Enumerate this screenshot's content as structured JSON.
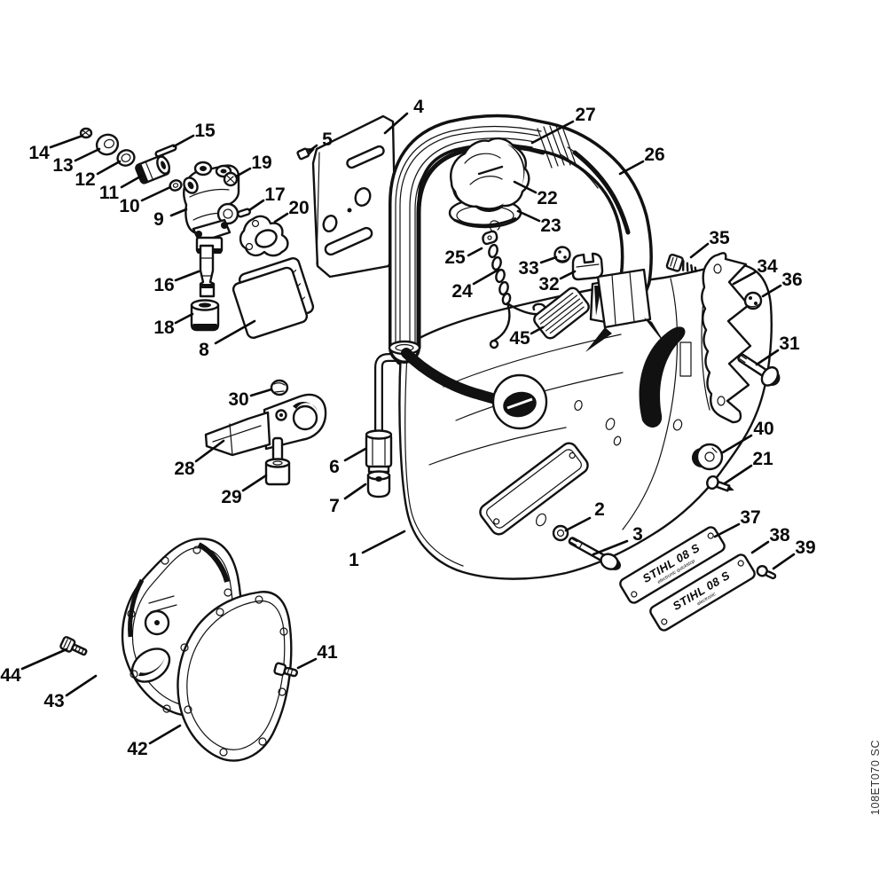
{
  "meta": {
    "code": "108ET070 SC"
  },
  "plates": {
    "plate1": {
      "title": "STIHL 08 S",
      "sub": "electronic  quickstop"
    },
    "plate2": {
      "title": "STIHL 08 S",
      "sub": "electronic"
    }
  },
  "callouts": [
    {
      "n": "1",
      "label": [
        399,
        631
      ],
      "line": [
        409,
        623,
        456,
        599
      ]
    },
    {
      "n": "2",
      "label": [
        676,
        574
      ],
      "line": [
        665,
        584,
        638,
        598
      ]
    },
    {
      "n": "3",
      "label": [
        719,
        602
      ],
      "line": [
        707,
        610,
        669,
        625
      ]
    },
    {
      "n": "4",
      "label": [
        472,
        120
      ],
      "line": [
        459,
        128,
        434,
        150
      ]
    },
    {
      "n": "5",
      "label": [
        369,
        157
      ],
      "line": [
        357,
        164,
        349,
        170
      ]
    },
    {
      "n": "6",
      "label": [
        377,
        526
      ],
      "line": [
        389,
        519,
        412,
        506
      ]
    },
    {
      "n": "7",
      "label": [
        377,
        570
      ],
      "line": [
        389,
        562,
        412,
        546
      ]
    },
    {
      "n": "8",
      "label": [
        230,
        394
      ],
      "line": [
        243,
        387,
        287,
        362
      ]
    },
    {
      "n": "9",
      "label": [
        179,
        247
      ],
      "line": [
        193,
        243,
        210,
        236
      ]
    },
    {
      "n": "10",
      "label": [
        146,
        232
      ],
      "line": [
        160,
        226,
        192,
        211
      ]
    },
    {
      "n": "11",
      "label": [
        123,
        217
      ],
      "line": [
        137,
        211,
        160,
        198
      ]
    },
    {
      "n": "12",
      "label": [
        96,
        202
      ],
      "line": [
        110,
        196,
        135,
        182
      ]
    },
    {
      "n": "13",
      "label": [
        71,
        186
      ],
      "line": [
        85,
        181,
        112,
        168
      ]
    },
    {
      "n": "14",
      "label": [
        44,
        172
      ],
      "line": [
        57,
        166,
        93,
        153
      ]
    },
    {
      "n": "15",
      "label": [
        231,
        147
      ],
      "line": [
        218,
        153,
        196,
        165
      ]
    },
    {
      "n": "16",
      "label": [
        185,
        321
      ],
      "line": [
        198,
        316,
        224,
        306
      ]
    },
    {
      "n": "17",
      "label": [
        310,
        219
      ],
      "line": [
        297,
        226,
        281,
        237
      ]
    },
    {
      "n": "18",
      "label": [
        185,
        369
      ],
      "line": [
        198,
        364,
        217,
        354
      ]
    },
    {
      "n": "19",
      "label": [
        295,
        183
      ],
      "line": [
        282,
        190,
        266,
        199
      ]
    },
    {
      "n": "20",
      "label": [
        337,
        234
      ],
      "line": [
        324,
        241,
        310,
        250
      ]
    },
    {
      "n": "21",
      "label": [
        860,
        517
      ],
      "line": [
        847,
        525,
        817,
        545
      ]
    },
    {
      "n": "22",
      "label": [
        617,
        223
      ],
      "line": [
        604,
        217,
        580,
        205
      ]
    },
    {
      "n": "23",
      "label": [
        621,
        254
      ],
      "line": [
        608,
        249,
        584,
        238
      ]
    },
    {
      "n": "24",
      "label": [
        521,
        328
      ],
      "line": [
        534,
        320,
        562,
        304
      ]
    },
    {
      "n": "25",
      "label": [
        513,
        290
      ],
      "line": [
        528,
        288,
        543,
        280
      ]
    },
    {
      "n": "26",
      "label": [
        738,
        174
      ],
      "line": [
        725,
        182,
        699,
        196
      ]
    },
    {
      "n": "27",
      "label": [
        660,
        129
      ],
      "line": [
        646,
        137,
        600,
        161
      ]
    },
    {
      "n": "28",
      "label": [
        208,
        528
      ],
      "line": [
        221,
        520,
        252,
        497
      ]
    },
    {
      "n": "29",
      "label": [
        261,
        560
      ],
      "line": [
        274,
        553,
        300,
        536
      ]
    },
    {
      "n": "30",
      "label": [
        269,
        450
      ],
      "line": [
        283,
        446,
        306,
        439
      ]
    },
    {
      "n": "31",
      "label": [
        890,
        387
      ],
      "line": [
        877,
        395,
        853,
        411
      ]
    },
    {
      "n": "32",
      "label": [
        619,
        320
      ],
      "line": [
        632,
        314,
        648,
        306
      ]
    },
    {
      "n": "33",
      "label": [
        596,
        302
      ],
      "line": [
        610,
        296,
        627,
        290
      ]
    },
    {
      "n": "34",
      "label": [
        865,
        300
      ],
      "line": [
        851,
        307,
        827,
        320
      ]
    },
    {
      "n": "35",
      "label": [
        811,
        268
      ],
      "line": [
        798,
        275,
        779,
        290
      ]
    },
    {
      "n": "36",
      "label": [
        893,
        315
      ],
      "line": [
        880,
        322,
        860,
        334
      ]
    },
    {
      "n": "37",
      "label": [
        846,
        583
      ],
      "line": [
        833,
        591,
        806,
        605
      ]
    },
    {
      "n": "38",
      "label": [
        879,
        603
      ],
      "line": [
        866,
        611,
        848,
        623
      ]
    },
    {
      "n": "39",
      "label": [
        908,
        617
      ],
      "line": [
        895,
        625,
        872,
        641
      ]
    },
    {
      "n": "40",
      "label": [
        861,
        483
      ],
      "line": [
        847,
        491,
        815,
        510
      ]
    },
    {
      "n": "41",
      "label": [
        369,
        735
      ],
      "line": [
        356,
        743,
        336,
        753
      ]
    },
    {
      "n": "42",
      "label": [
        155,
        844
      ],
      "line": [
        169,
        838,
        203,
        818
      ]
    },
    {
      "n": "43",
      "label": [
        61,
        790
      ],
      "line": [
        75,
        784,
        108,
        762
      ]
    },
    {
      "n": "44",
      "label": [
        12,
        761
      ],
      "line": [
        25,
        754,
        75,
        732
      ]
    },
    {
      "n": "45",
      "label": [
        586,
        381
      ],
      "line": [
        599,
        376,
        612,
        369
      ]
    }
  ]
}
